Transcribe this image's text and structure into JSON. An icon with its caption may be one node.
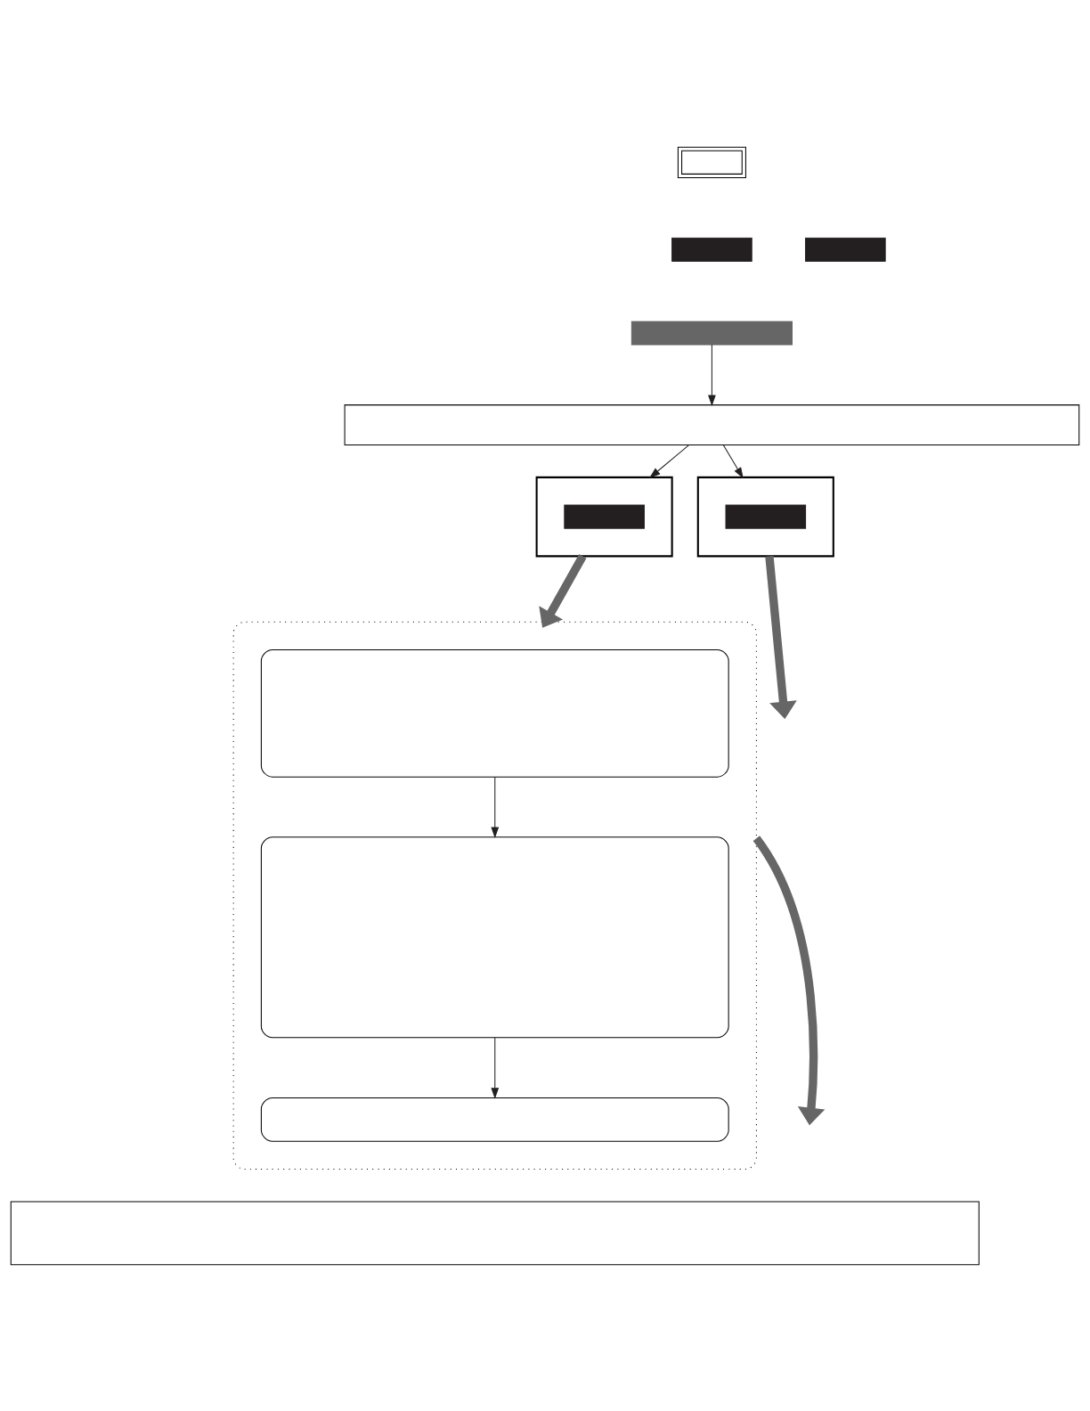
{
  "diagram": {
    "nodes": [
      {
        "text": [],
        "shape": "box"
      },
      {
        "text": [],
        "shape": "bar"
      },
      {
        "text": [],
        "shape": "bar"
      },
      {
        "text": [],
        "shape": "bar"
      },
      {
        "text": [],
        "shape": "box"
      },
      {
        "text": [],
        "shape": "box"
      },
      {
        "text": [],
        "shape": "bar",
        "in": 5
      },
      {
        "text": [],
        "shape": "box"
      },
      {
        "text": [],
        "shape": "bar",
        "in": 7
      },
      {
        "text": [],
        "shape": "box"
      },
      {
        "text": [],
        "shape": "box",
        "in": 9
      },
      {
        "text": [],
        "shape": "box",
        "in": 9
      },
      {
        "text": [],
        "shape": "box",
        "in": 9
      },
      {
        "text": [],
        "shape": "box"
      }
    ],
    "edges": [
      {
        "from": 3,
        "to": 4,
        "arrow": "to"
      },
      {
        "from": 4,
        "to": 5,
        "arrow": "to"
      },
      {
        "from": 4,
        "to": 7,
        "arrow": "to"
      },
      {
        "from": 5,
        "to": 9,
        "arrow": "to",
        "style": "thick",
        "color": "#666666"
      },
      {
        "from": 7,
        "to": null,
        "arrow": "to",
        "style": "thick",
        "color": "#666666"
      },
      {
        "from": 10,
        "to": 11,
        "arrow": "to"
      },
      {
        "from": 11,
        "to": 12,
        "arrow": "to"
      },
      {
        "from": 9,
        "to": null,
        "arrow": "to",
        "style": "thick",
        "color": "#666666"
      }
    ]
  }
}
